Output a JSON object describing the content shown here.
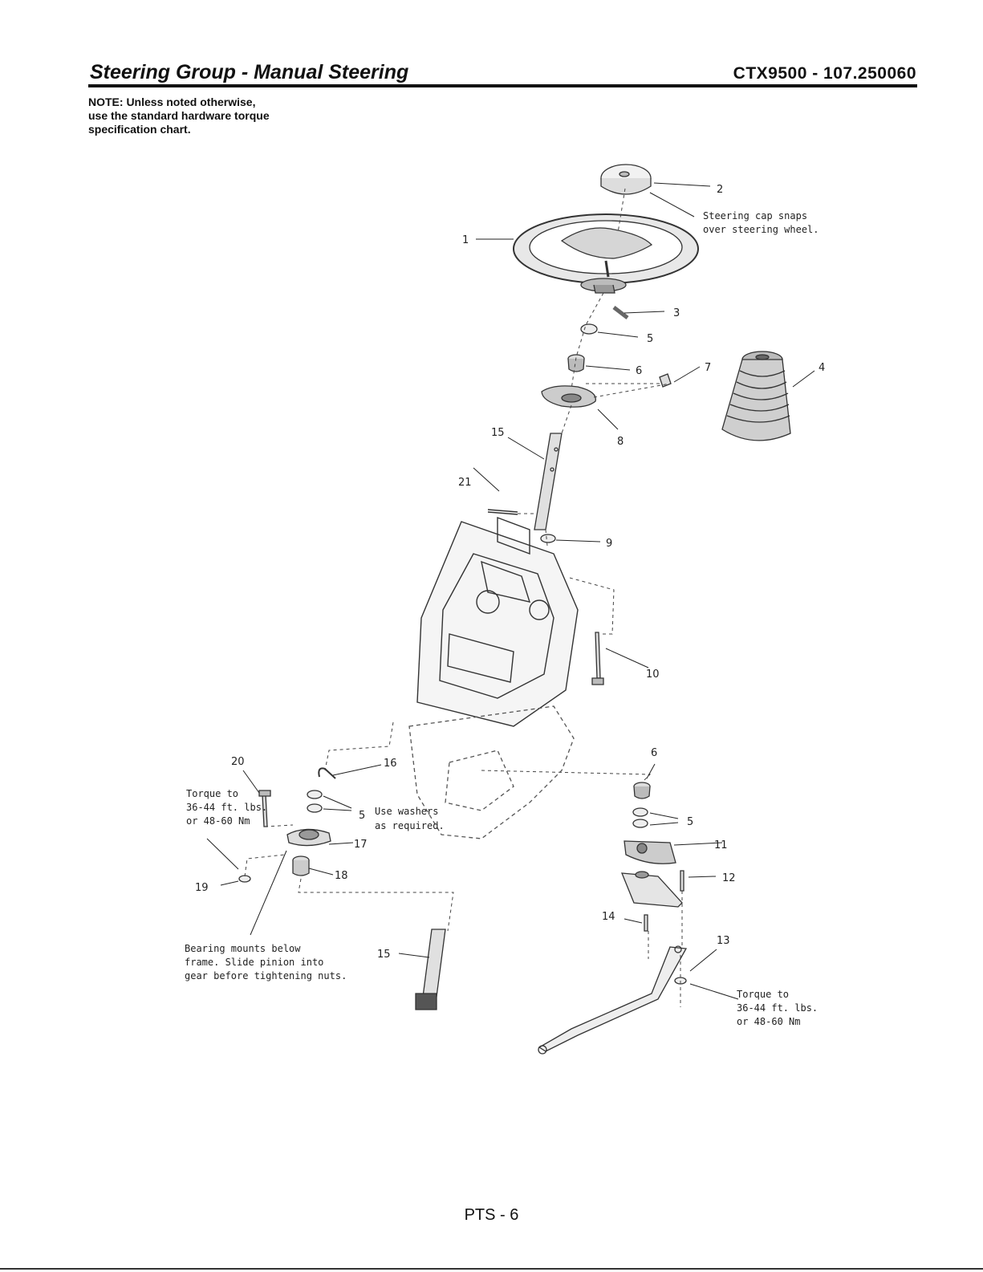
{
  "header": {
    "title": "Steering Group - Manual Steering",
    "model": "CTX9500 - 107.250060"
  },
  "note": [
    "NOTE: Unless noted otherwise,",
    "use the standard hardware torque",
    "specification chart."
  ],
  "callouts": {
    "c1": "1",
    "c2": "2",
    "c3": "3",
    "c4": "4",
    "c5a": "5",
    "c5b": "5",
    "c5c": "5",
    "c6a": "6",
    "c6b": "6",
    "c7": "7",
    "c8": "8",
    "c9": "9",
    "c10": "10",
    "c11": "11",
    "c12": "12",
    "c13": "13",
    "c14": "14",
    "c15a": "15",
    "c15b": "15",
    "c16": "16",
    "c17": "17",
    "c18": "18",
    "c19": "19",
    "c20": "20",
    "c21": "21"
  },
  "annotations": {
    "steering_cap": [
      "Steering cap snaps",
      "over steering wheel."
    ],
    "torque_left": [
      "Torque to",
      "36-44 ft. lbs.",
      "or 48-60 Nm"
    ],
    "use_washers": [
      "Use washers",
      "as required."
    ],
    "bearing": [
      "Bearing mounts below",
      "frame.  Slide pinion into",
      "gear before tightening nuts."
    ],
    "torque_right": [
      "Torque to",
      "36-44 ft. lbs.",
      "or 48-60 Nm"
    ]
  },
  "footer": {
    "page": "PTS - 6"
  }
}
